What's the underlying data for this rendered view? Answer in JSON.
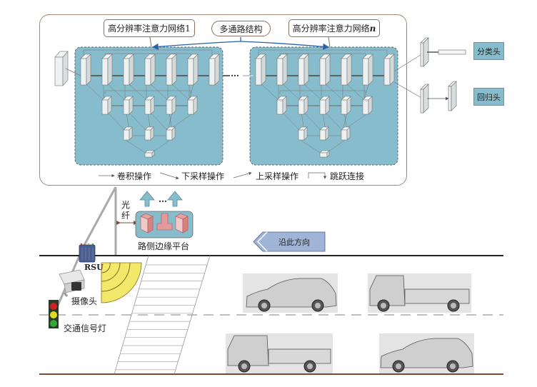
{
  "network": {
    "callout_1": "高分辨率注意力网络1",
    "callout_n": "高分辨率注意力网络",
    "callout_n_suffix": "n",
    "callout_multi": "多通路结构",
    "ellipsis": "…",
    "legend": [
      {
        "icon": "conv-arrow",
        "label": "卷积操作"
      },
      {
        "icon": "downsample-arrow",
        "label": "下采样操作"
      },
      {
        "icon": "upsample-arrow",
        "label": "上采样操作"
      },
      {
        "icon": "skip-connection",
        "label": "跳跃连接"
      }
    ],
    "heads": {
      "classification": "分类头",
      "regression": "回归头"
    }
  },
  "edge": {
    "fiber_label_1": "光",
    "fiber_label_2": "纤",
    "platform_label": "路侧边缘平台",
    "ellipsis": "…"
  },
  "scene": {
    "rsu_label": "RSU",
    "camera_label": "摄像头",
    "traffic_light_label": "交通信号灯",
    "direction_label": "沿此方向"
  },
  "colors": {
    "panel": "#86bccb",
    "border": "#a08878",
    "sensor_wave": "#f2e96a",
    "direction_arrow": "#9fb4d6",
    "road_line": "#7a4a30"
  }
}
